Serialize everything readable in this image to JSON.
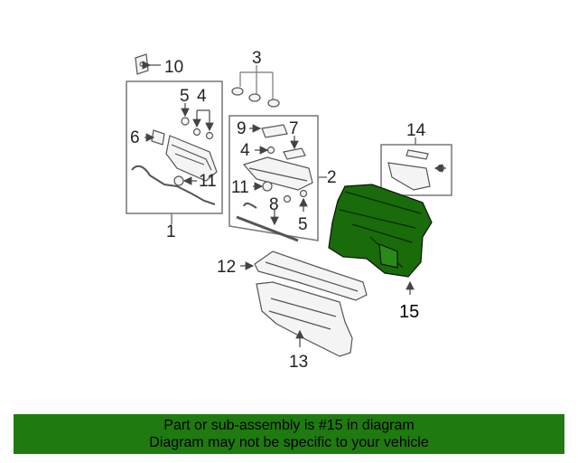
{
  "diagram": {
    "callouts": {
      "c1": "1",
      "c2": "2",
      "c3": "3",
      "c4a": "4",
      "c4b": "4",
      "c5a": "5",
      "c5b": "5",
      "c6": "6",
      "c7": "7",
      "c8": "8",
      "c9": "9",
      "c10": "10",
      "c11a": "11",
      "c11b": "11",
      "c12": "12",
      "c13": "13",
      "c14": "14",
      "c15": "15"
    },
    "highlight_color": "#1a6b0a",
    "line_color": "#555555"
  },
  "banner": {
    "line1": "Part or sub-assembly is #15 in diagram",
    "line2": "Diagram may not be specific to your vehicle",
    "color": "#1f7a10"
  }
}
